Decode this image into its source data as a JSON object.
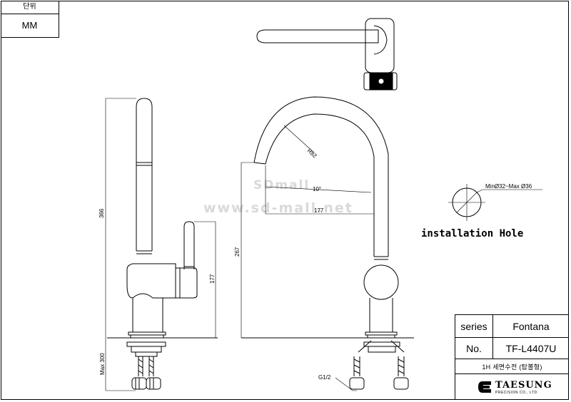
{
  "unit_box": {
    "header": "단위",
    "value": "MM"
  },
  "dimensions": {
    "overall_height": "366",
    "handle_height": "177",
    "max_shank": "Max 300",
    "spout_height": "267",
    "radius": "R82",
    "angle": "10°",
    "reach": "177",
    "thread": "G1/2",
    "hole": "MinØ32~Max Ø36"
  },
  "install_label": "installation Hole",
  "watermark": {
    "line1": "SDmall",
    "line2": "www.sd-mall.net"
  },
  "title_block": {
    "series_label": "series",
    "series_value": "Fontana",
    "no_label": "No.",
    "no_value": "TF-L4407U",
    "description": "1H 세면수전  (탑볼형)",
    "logo": "TAESUNG",
    "logo_sub": "PRECISION CO., LTD"
  }
}
